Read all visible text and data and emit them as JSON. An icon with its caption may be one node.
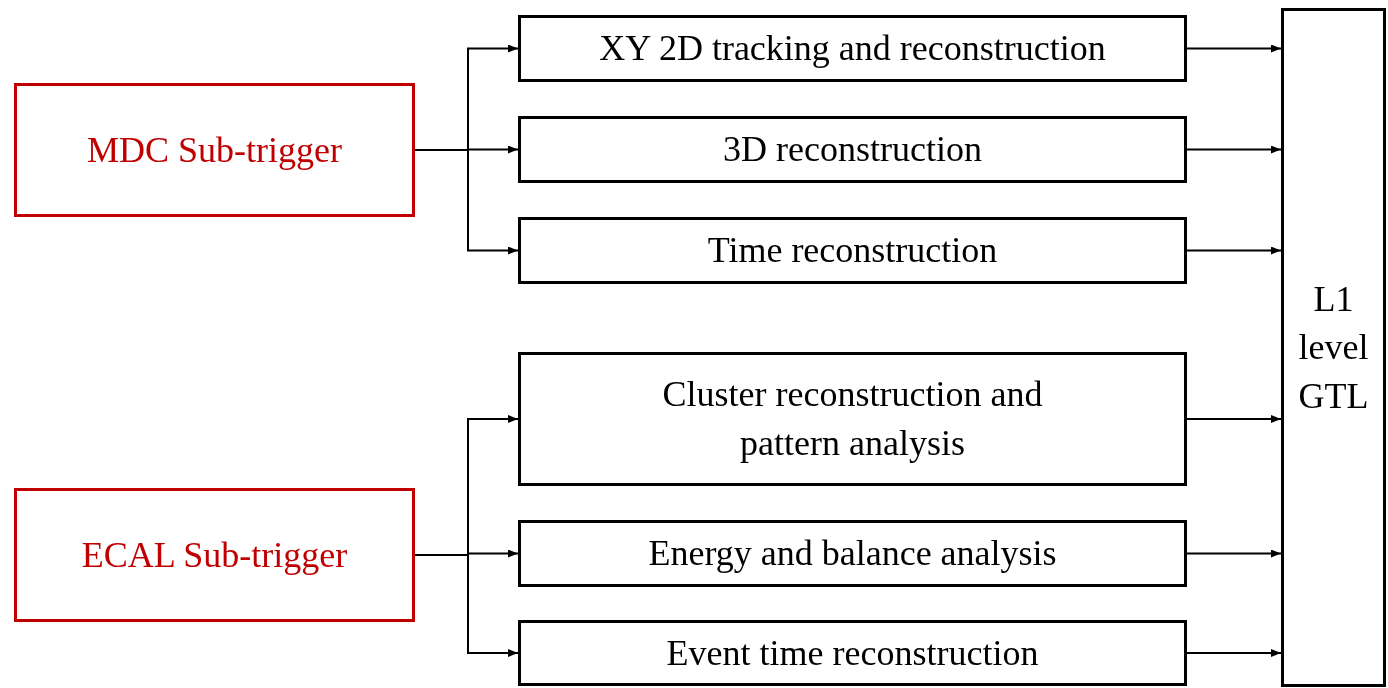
{
  "diagram": {
    "nodes": [
      {
        "text": [
          "MDC Sub-trigger"
        ]
      },
      {
        "text": [
          "XY 2D tracking and reconstruction"
        ]
      },
      {
        "text": [
          "3D reconstruction"
        ]
      },
      {
        "text": [
          "Time reconstruction"
        ]
      },
      {
        "text": [
          "ECAL Sub-trigger"
        ]
      },
      {
        "text": [
          "Cluster reconstruction and pattern analysis"
        ]
      },
      {
        "text": [
          "Energy and balance analysis"
        ]
      },
      {
        "text": [
          "Event time reconstruction"
        ]
      },
      {
        "text": [
          "L1 level GTL"
        ]
      }
    ],
    "edges": [
      {
        "from": 0,
        "to": 1,
        "arrow": "to"
      },
      {
        "from": 0,
        "to": 2,
        "arrow": "to"
      },
      {
        "from": 0,
        "to": 3,
        "arrow": "to"
      },
      {
        "from": 4,
        "to": 5,
        "arrow": "to"
      },
      {
        "from": 4,
        "to": 6,
        "arrow": "to"
      },
      {
        "from": 4,
        "to": 7,
        "arrow": "to"
      },
      {
        "from": 1,
        "to": 8,
        "arrow": "to"
      },
      {
        "from": 2,
        "to": 8,
        "arrow": "to"
      },
      {
        "from": 3,
        "to": 8,
        "arrow": "to"
      },
      {
        "from": 5,
        "to": 8,
        "arrow": "to"
      },
      {
        "from": 6,
        "to": 8,
        "arrow": "to"
      },
      {
        "from": 7,
        "to": 8,
        "arrow": "to"
      }
    ]
  }
}
